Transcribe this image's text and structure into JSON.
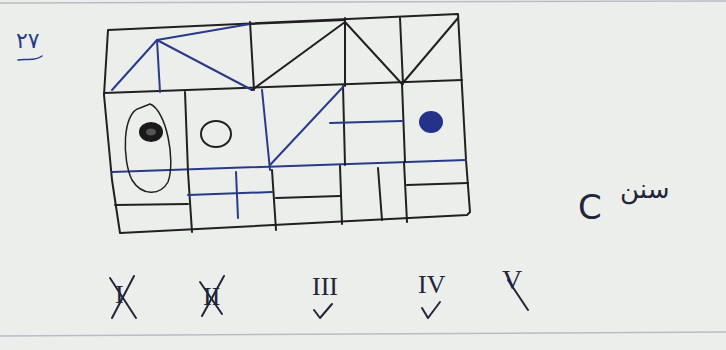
{
  "diagram": {
    "labels": [
      "٢٧",
      "I",
      "II",
      "III",
      "IV",
      "V",
      "C",
      "سنن"
    ]
  }
}
